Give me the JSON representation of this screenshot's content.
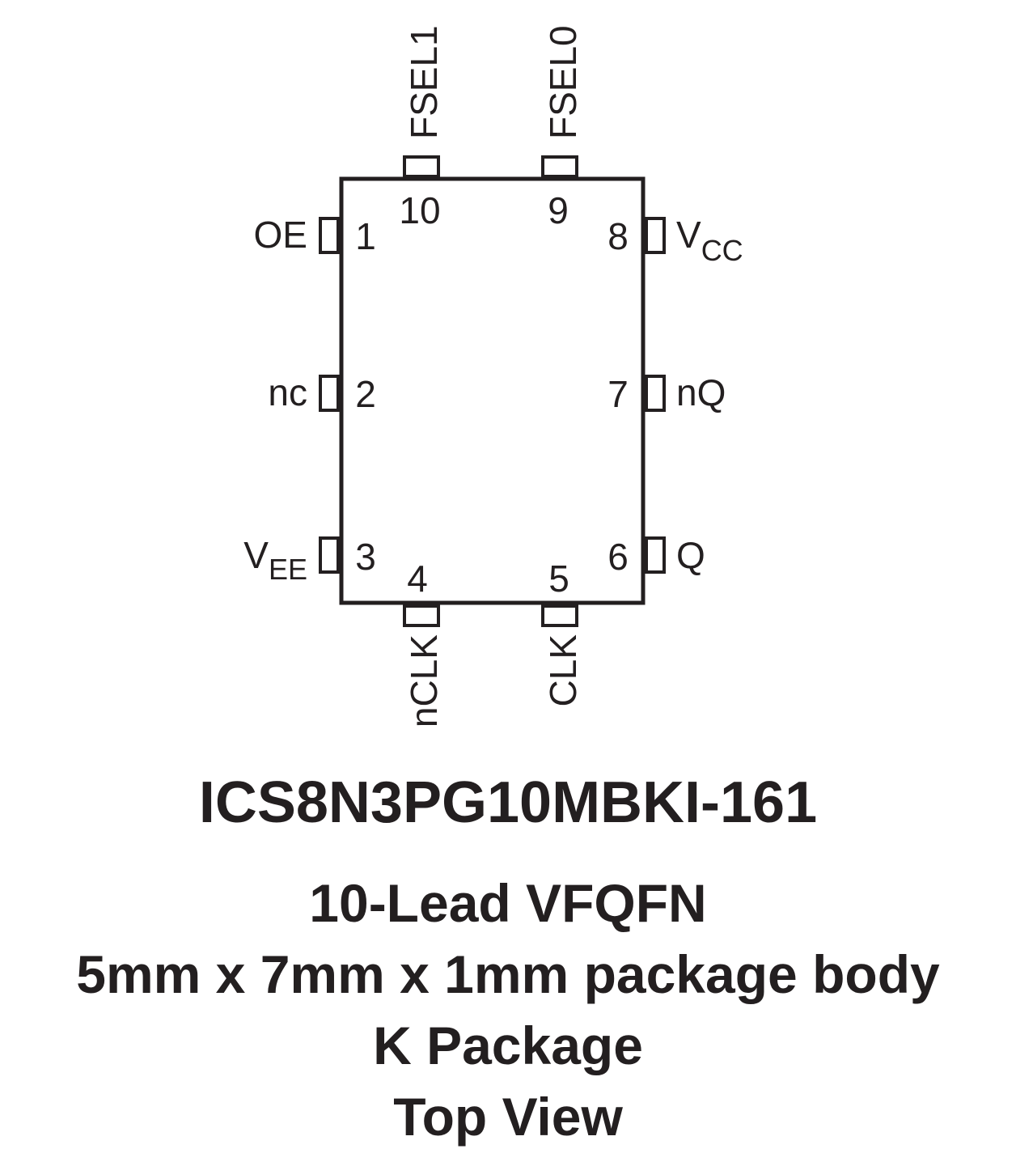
{
  "package": {
    "part_number": "ICS8N3PG10MBKI-161",
    "caption_lines": [
      "10-Lead VFQFN",
      "5mm x 7mm x 1mm package body",
      "K Package",
      "Top View"
    ]
  },
  "pins": [
    {
      "number": "1",
      "name": "OE",
      "sub": ""
    },
    {
      "number": "2",
      "name": "nc",
      "sub": ""
    },
    {
      "number": "3",
      "name": "V",
      "sub": "EE"
    },
    {
      "number": "4",
      "name": "nCLK",
      "sub": ""
    },
    {
      "number": "5",
      "name": "CLK",
      "sub": ""
    },
    {
      "number": "6",
      "name": "Q",
      "sub": ""
    },
    {
      "number": "7",
      "name": "nQ",
      "sub": ""
    },
    {
      "number": "8",
      "name": "V",
      "sub": "CC"
    },
    {
      "number": "9",
      "name": "FSEL0",
      "sub": ""
    },
    {
      "number": "10",
      "name": "FSEL1",
      "sub": ""
    }
  ]
}
